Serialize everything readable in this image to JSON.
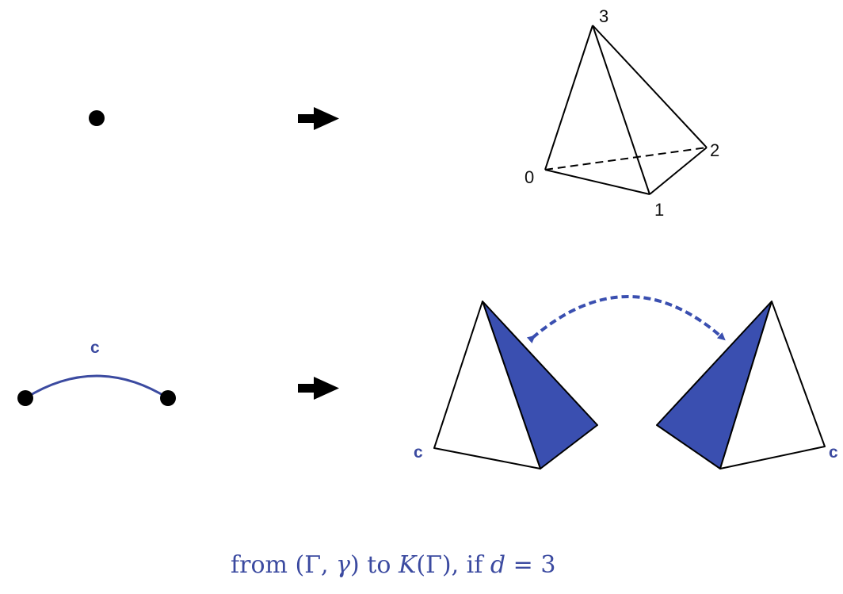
{
  "colors": {
    "accent": "#3b4aa0",
    "line": "#000000",
    "shade": "#3a4fb0"
  },
  "top_row": {
    "source": "vertex-dot",
    "arrow": "right-arrow-icon",
    "tetrahedron_labels": {
      "v3": "3",
      "v2": "2",
      "v0": "0",
      "v1": "1"
    }
  },
  "bottom_row": {
    "edge_label": "c",
    "left_tetra_label": "c",
    "right_tetra_label": "c",
    "arrow": "right-arrow-icon",
    "glue_arrow": "double-headed-dashed-arrow"
  },
  "caption": {
    "p1": "from (Γ,",
    "gamma": "γ",
    "p2": ") to",
    "K": "K",
    "p3": "(Γ), if",
    "d": "d",
    "p4": "= 3"
  }
}
